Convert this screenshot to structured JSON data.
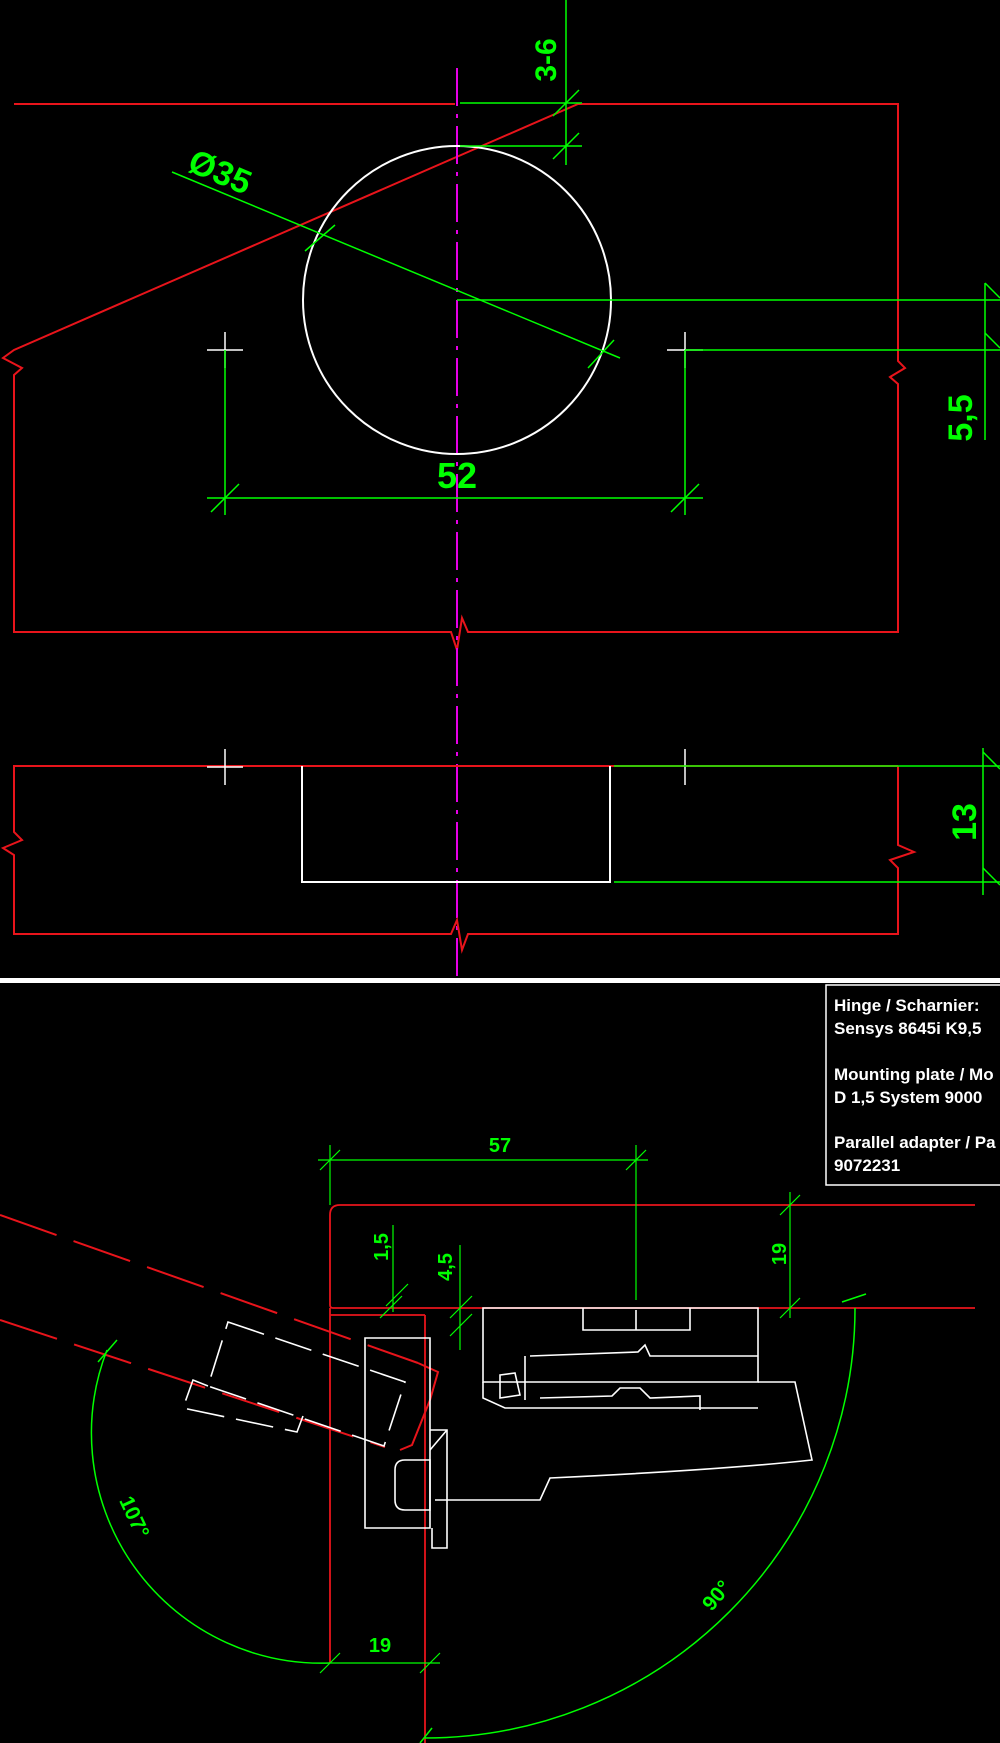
{
  "top_view": {
    "dimensions": {
      "depth_range": "3-6",
      "cup_diameter": "Ø35",
      "hole_spacing": "52",
      "hole_offset": "5,5"
    }
  },
  "section_view": {
    "dimensions": {
      "cup_depth": "13"
    }
  },
  "assembly_view": {
    "info_box": {
      "line1": "Hinge / Scharnier:",
      "line2": "Sensys 8645i K9,5",
      "line3": "Mounting plate / Mo",
      "line4": "D 1,5 System 9000",
      "line5": "Parallel adapter / Pa",
      "line6": "9072231"
    },
    "dimensions": {
      "width_57": "57",
      "dim_1_5": "1,5",
      "dim_4_5": "4,5",
      "dim_19_right": "19",
      "dim_19_bottom": "19",
      "angle_open": "107°",
      "angle_90": "90°"
    }
  },
  "colors": {
    "background": "#000000",
    "panel_outline": "#e8141b",
    "dimension": "#00ff00",
    "part": "#ffffff",
    "centerline": "#e600e6",
    "separator": "#ffffff"
  }
}
